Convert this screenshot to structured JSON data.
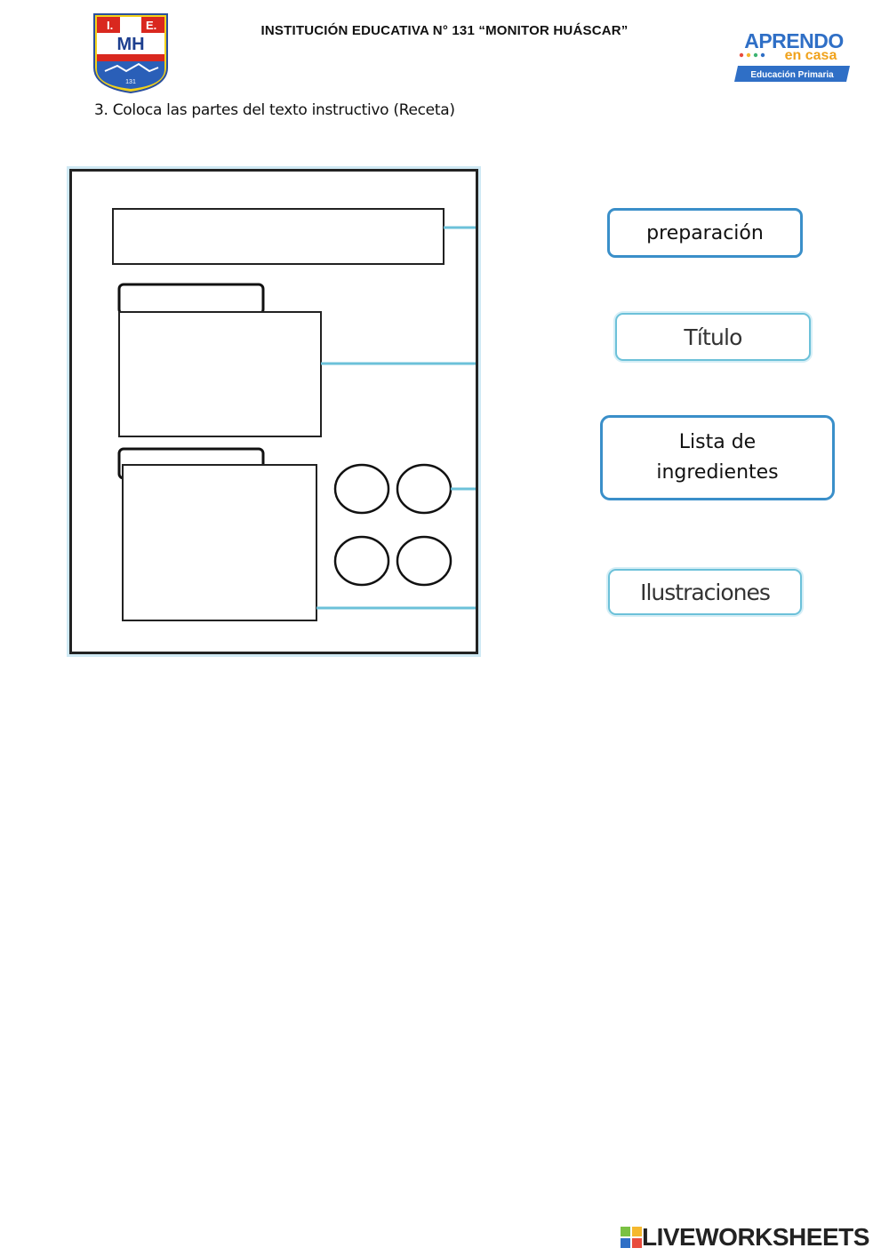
{
  "header": {
    "school_name": "INSTITUCIÓN EDUCATIVA N° 131 “MONITOR HUÁSCAR”",
    "school_logo": {
      "icon": "school-crest-logo",
      "top_letters": "I.    E.",
      "initials": "MH"
    },
    "program_logo": {
      "line1": "APRENDO",
      "line2": "en casa",
      "line3": "Educación Primaria"
    }
  },
  "instruction": "3. Coloca las partes del texto instructivo (Receta)",
  "options": {
    "preparacion": "preparación",
    "titulo": "Título",
    "lista_line1": "Lista de",
    "lista_line2": "ingredientes",
    "ilustraciones": "Ilustraciones"
  },
  "footer": {
    "brand": "LIVEWORKSHEETS"
  },
  "colors": {
    "card_border": "#3a8fc9",
    "connector": "#6cc1d9",
    "diagram_stroke": "#222222"
  }
}
